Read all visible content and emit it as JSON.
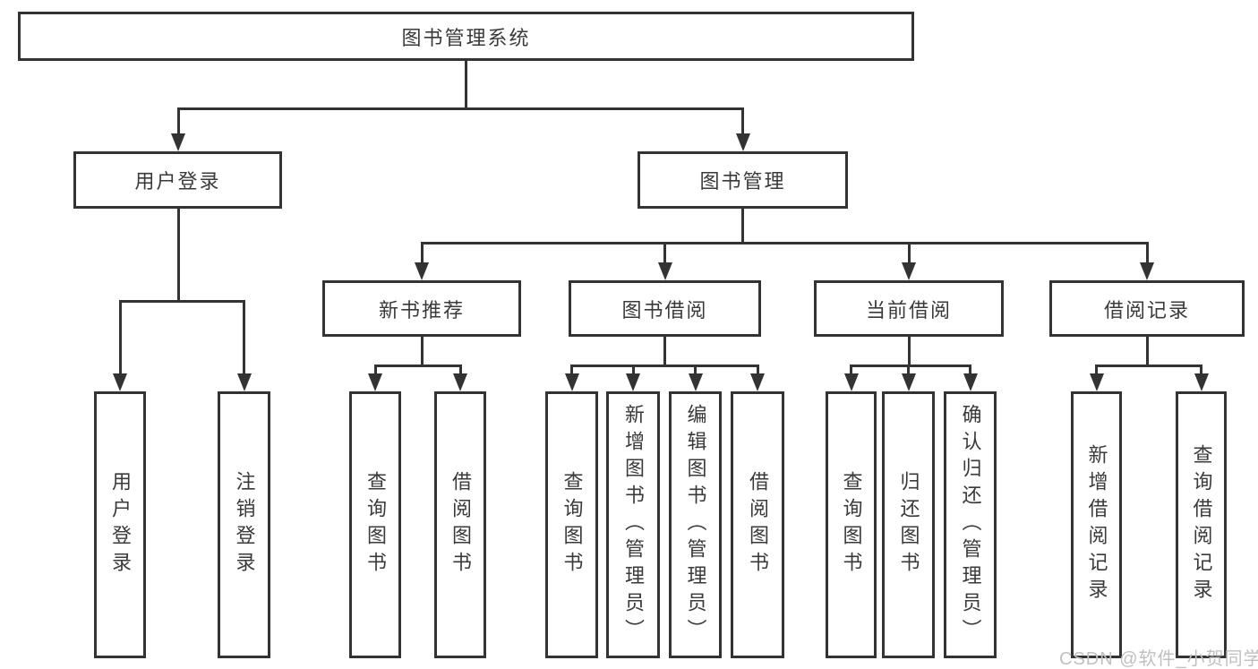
{
  "tree": {
    "label": "图书管理系统",
    "children": [
      {
        "label": "用户登录",
        "children": [
          {
            "label": "用户登录"
          },
          {
            "label": "注销登录"
          }
        ]
      },
      {
        "label": "图书管理",
        "children": [
          {
            "label": "新书推荐",
            "children": [
              {
                "label": "查询图书"
              },
              {
                "label": "借阅图书"
              }
            ]
          },
          {
            "label": "图书借阅",
            "children": [
              {
                "label": "查询图书"
              },
              {
                "label": "新增图书（管理员）"
              },
              {
                "label": "编辑图书（管理员）"
              },
              {
                "label": "借阅图书"
              }
            ]
          },
          {
            "label": "当前借阅",
            "children": [
              {
                "label": "查询图书"
              },
              {
                "label": "归还图书"
              },
              {
                "label": "确认归还（管理员）"
              }
            ]
          },
          {
            "label": "借阅记录",
            "children": [
              {
                "label": "新增借阅记录"
              },
              {
                "label": "查询借阅记录"
              }
            ]
          }
        ]
      }
    ]
  },
  "watermark": {
    "text": "CSDN @软件_小贺同学"
  },
  "colors": {
    "line": "#333333",
    "text": "#3a3a3a",
    "box_background": "#ffffff",
    "watermark": "#c0c0c0"
  }
}
